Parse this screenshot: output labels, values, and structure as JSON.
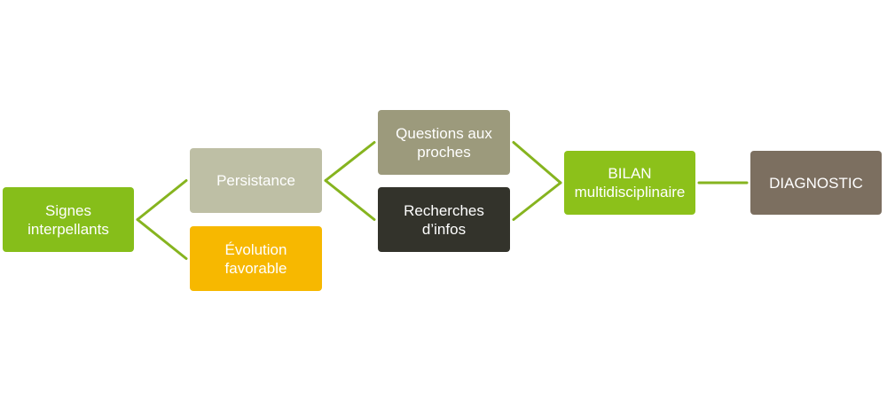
{
  "colors": {
    "connector": "#86b41f",
    "background": "#ffffff"
  },
  "nodes": {
    "signes": {
      "label": "Signes\ninterpellants",
      "color": "#86be1a"
    },
    "persistance": {
      "label": "Persistance",
      "color": "#bebfa5"
    },
    "evolution": {
      "label": "Évolution\nfavorable",
      "color": "#f7b800"
    },
    "questions": {
      "label": "Questions aux\nproches",
      "color": "#9c9a7c"
    },
    "recherches": {
      "label": "Recherches\nd’infos",
      "color": "#33332b"
    },
    "bilan": {
      "label": "BILAN\nmultidisciplinaire",
      "color": "#8cc11a"
    },
    "diagnostic": {
      "label": "DIAGNOSTIC",
      "color": "#7c6f60"
    }
  },
  "edges": [
    [
      "signes",
      "persistance"
    ],
    [
      "signes",
      "evolution"
    ],
    [
      "persistance",
      "questions"
    ],
    [
      "persistance",
      "recherches"
    ],
    [
      "questions",
      "bilan"
    ],
    [
      "recherches",
      "bilan"
    ],
    [
      "bilan",
      "diagnostic"
    ]
  ]
}
